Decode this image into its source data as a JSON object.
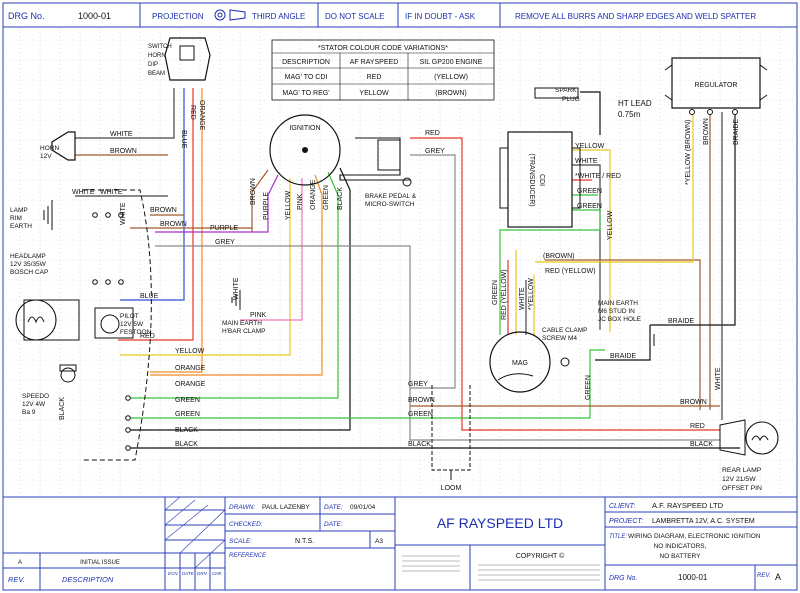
{
  "title_bar": {
    "drg_label": "DRG No.",
    "drg_no": "1000-01",
    "projection": "PROJECTION",
    "third_angle": "THIRD ANGLE",
    "do_not_scale": "DO NOT SCALE",
    "if_in_doubt": "IF IN DOUBT - ASK",
    "remove_burrs": "REMOVE ALL BURRS AND SHARP EDGES AND WELD SPATTER"
  },
  "stator_table": {
    "title": "*STATOR COLOUR CODE VARIATIONS*",
    "headers": [
      "DESCRIPTION",
      "AF RAYSPEED",
      "SIL GP200 ENGINE"
    ],
    "rows": [
      [
        "MAG' TO CDI",
        "RED",
        "(YELLOW)"
      ],
      [
        "MAG' TO REG'",
        "YELLOW",
        "(BROWN)"
      ]
    ]
  },
  "components": {
    "switch": [
      "SWITCH",
      "HORN",
      "DIP",
      "BEAM"
    ],
    "horn": [
      "HORN",
      "12V"
    ],
    "ignition": "IGNITION",
    "brake": [
      "BRAKE PEDAL &",
      "MICRO-SWITCH"
    ],
    "spark_plug": [
      "SPARK",
      "PLUG"
    ],
    "ht_lead": [
      "HT LEAD",
      "0.75m"
    ],
    "cdi": [
      "CDI",
      "(TRANSDUCER)"
    ],
    "regulator": "REGULATOR",
    "lamp_rim": [
      "LAMP",
      "RIM",
      "EARTH"
    ],
    "headlamp": [
      "HEADLAMP",
      "12V 35/35W",
      "BOSCH CAP"
    ],
    "pilot": [
      "PILOT",
      "12V 5W",
      "FESTOON"
    ],
    "main_earth_hbar": [
      "MAIN EARTH",
      "H'BAR CLAMP"
    ],
    "main_earth_stud": [
      "MAIN EARTH",
      "M6 STUD IN",
      "JC BOX HOLE"
    ],
    "cable_clamp": [
      "CABLE CLAMP",
      "SCREW M4"
    ],
    "mag": "MAG",
    "speedo": [
      "SPEEDO",
      "12V 4W",
      "Ba 9"
    ],
    "loom": "LOOM",
    "rear_lamp": [
      "REAR LAMP",
      "12V 21/5W",
      "OFFSET PIN"
    ]
  },
  "wire_labels": {
    "white": "WHITE",
    "brown": "BROWN",
    "blue": "BLUE",
    "red": "RED",
    "orange": "ORANGE",
    "purple": "PURPLE",
    "yellow": "YELLOW",
    "pink": "PINK",
    "green": "GREEN",
    "black": "BLACK",
    "grey": "GREY",
    "braide": "BRAIDE",
    "red_yellow": "RED (YELLOW)",
    "brown_paren": "(BROWN)",
    "red_paren_yellow": "RED (YELLOW)",
    "white_red": "*WHITE / RED",
    "yellow_brown": "*YELLOW (BROWN)",
    "yellow_star": "*YELLOW"
  },
  "colors": {
    "white_wire": "#444444",
    "brown": "#a05a2c",
    "blue": "#2b4fd8",
    "red": "#e8352a",
    "orange": "#f08a24",
    "purple": "#a033c8",
    "yellow": "#e8c81c",
    "pink": "#f07ab8",
    "green": "#38c23c",
    "black": "#111111",
    "grey": "#8a8a8a",
    "frame": "#2a3fb8"
  },
  "title_block": {
    "drawn_label": "DRAWN:",
    "drawn_by": "PAUL LAZENBY",
    "date_label": "DATE:",
    "date": "09/01/04",
    "checked_label": "CHECKED:",
    "checked_date_label": "DATE:",
    "scale_label": "SCALE:",
    "scale": "N.T.S.",
    "size": "A3",
    "reference_label": "REFERENCE",
    "company": "AF RAYSPEED LTD",
    "copyright": "COPYRIGHT ©",
    "client_label": "CLIENT:",
    "client": "A.F. RAYSPEED LTD",
    "project_label": "PROJECT:",
    "project": "LAMBRETTA 12V, A.C. SYSTEM",
    "title_label": "TITLE:",
    "title_lines": [
      "WIRING DIAGRAM, ELECTRONIC IGNITION",
      "NO INDICATORS,",
      "NO BATTERY"
    ],
    "drg_label": "DRG No.",
    "drg_no": "1000-01",
    "rev_label": "REV.",
    "rev": "A",
    "revision_row": {
      "rev": "A",
      "description": "INITIAL ISSUE"
    },
    "rev_col": "REV.",
    "description_col": "DESCRIPTION",
    "ecn_col": "ECN",
    "date_col": "DATE",
    "drn_col": "DRN",
    "chk_col": "CHK"
  }
}
